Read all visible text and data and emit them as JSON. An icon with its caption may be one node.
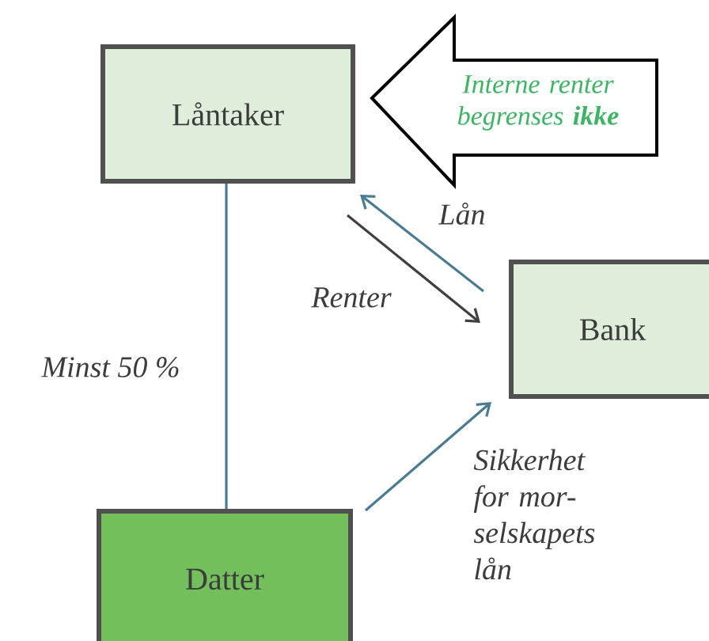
{
  "diagram": {
    "nodes": [
      {
        "text": [
          "Låntaker"
        ]
      },
      {
        "text": [
          "Interne renter begrenses **ikke**"
        ]
      },
      {
        "text": [
          "Bank"
        ]
      },
      {
        "text": [
          "Datter"
        ]
      }
    ],
    "edges": [
      {
        "from": 2,
        "to": 0,
        "arrow": "to",
        "label": "Lån"
      },
      {
        "from": 0,
        "to": 2,
        "arrow": "to",
        "label": "Renter",
        "color": "#404040"
      },
      {
        "from": 0,
        "to": 3,
        "arrow": "none",
        "label": "Minst 50 %"
      },
      {
        "from": 3,
        "to": 2,
        "arrow": "to",
        "label": "Sikkerhet for mor- selskapets lån"
      }
    ]
  }
}
